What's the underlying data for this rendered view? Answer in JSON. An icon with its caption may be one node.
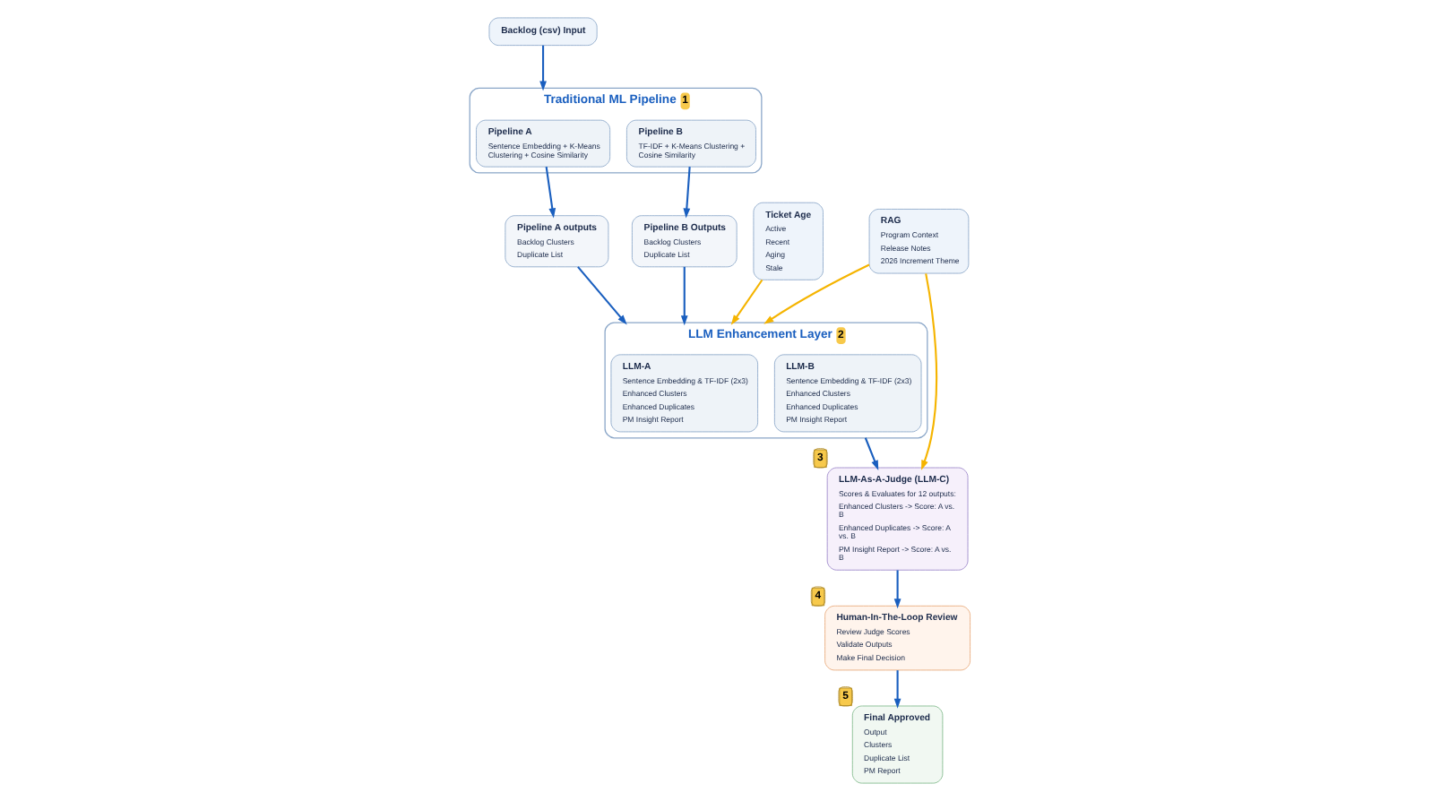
{
  "diagram": {
    "nodes": [
      {
        "text": [
          "Backlog (csv) Input"
        ]
      },
      {
        "text": [
          "Traditional ML Pipeline"
        ],
        "beside": [
          "1"
        ]
      },
      {
        "text": [
          "Pipeline A",
          "Sentence Embedding + K-Means Clustering + Cosine Similarity"
        ],
        "in": 1
      },
      {
        "text": [
          "Pipeline B",
          "TF-IDF + K-Means Clustering + Cosine Similarity"
        ],
        "in": 1
      },
      {
        "text": [
          "Pipeline A outputs",
          "Backlog Clusters",
          "Duplicate List"
        ]
      },
      {
        "text": [
          "Pipeline B Outputs",
          "Backlog Clusters",
          "Duplicate List"
        ]
      },
      {
        "text": [
          "LLM Enhancement Layer"
        ],
        "beside": [
          "2"
        ]
      },
      {
        "text": [
          "LLM-A",
          "Sentence Embedding & TF-IDF (2x3)",
          "Enhanced Clusters",
          "Enhanced Duplicates",
          "PM Insight Report"
        ],
        "in": 6
      },
      {
        "text": [
          "LLM-B",
          "Sentence Embedding & TF-IDF (2x3)",
          "Enhanced Clusters",
          "Enhanced Duplicates",
          "PM Insight Report"
        ],
        "in": 6
      },
      {
        "text": [
          "LLM-As-A-Judge (LLM-C)",
          "Scores & Evaluates for 12 outputs:",
          "Enhanced Clusters -> Score: A vs. B",
          "Enhanced Duplicates -> Score: A vs. B",
          "PM Insight Report -> Score: A vs. B"
        ],
        "beside": [
          "3"
        ]
      },
      {
        "text": [
          "RAG",
          "Program Context",
          "Release Notes",
          "2026 Increment Theme"
        ]
      },
      {
        "text": [
          "Ticket Age",
          "Active",
          "Recent",
          "Aging",
          "Stale"
        ]
      },
      {
        "text": [
          "Human-In-The-Loop Review",
          "Review Judge Scores",
          "Validate Outputs",
          "Make Final Decision"
        ],
        "beside": [
          "4"
        ]
      },
      {
        "text": [
          "Final Approved",
          "Output",
          "Clusters",
          "Duplicate List",
          "PM Report"
        ],
        "beside": [
          "5"
        ]
      }
    ],
    "edges": [
      {
        "from": 0,
        "to": 1,
        "arrow": "to"
      },
      {
        "from": 2,
        "to": 4,
        "arrow": "to"
      },
      {
        "from": 3,
        "to": 5,
        "arrow": "to"
      },
      {
        "from": 4,
        "to": 6,
        "arrow": "to"
      },
      {
        "from": 5,
        "to": 6,
        "arrow": "to"
      },
      {
        "from": 6,
        "to": 9,
        "arrow": "to"
      },
      {
        "from": 10,
        "to": 9,
        "arrow": "to",
        "color": "#f5b400"
      },
      {
        "from": 10,
        "to": 6,
        "arrow": "to",
        "color": "#f5b400"
      },
      {
        "from": 11,
        "to": 6,
        "arrow": "to",
        "color": "#f5b400"
      },
      {
        "from": 9,
        "to": 12,
        "arrow": "to"
      },
      {
        "from": 12,
        "to": 13,
        "arrow": "to"
      }
    ]
  }
}
